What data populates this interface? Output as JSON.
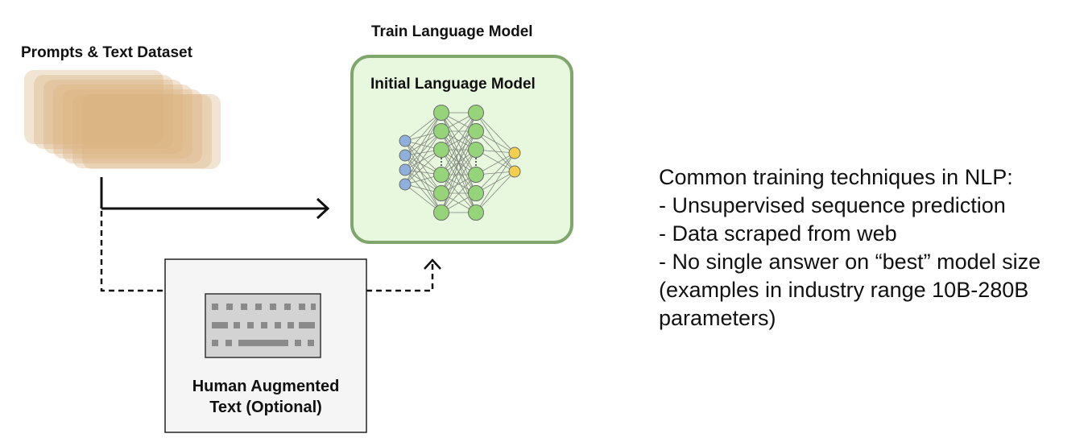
{
  "dataset": {
    "title": "Prompts & Text Dataset"
  },
  "model": {
    "section_title": "Train Language Model",
    "title": "Initial Language Model"
  },
  "augment": {
    "line1": "Human Augmented",
    "line2": "Text (Optional)"
  },
  "notes": {
    "heading": "Common training techniques in NLP:",
    "items": [
      "- Unsupervised sequence prediction",
      "- Data scraped from web",
      "- No single answer on “best” model size",
      "(examples in industry range 10B-280B",
      "parameters)"
    ]
  },
  "colors": {
    "stack": "#d9b27d",
    "model_fill": "#e8f8de",
    "model_border": "#7fa66b",
    "node_green": "#96d47a",
    "node_blue": "#8fb0dc",
    "node_yellow": "#f4cf4e",
    "keyboard": "#d3d3d3"
  }
}
